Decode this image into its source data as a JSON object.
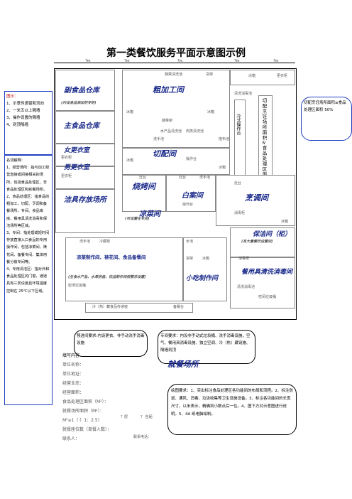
{
  "title": "第一类餐饮服务平面示意图示例",
  "legend": {
    "heading": "图示：",
    "items": [
      {
        "num": "1、",
        "text": "示意传递窗和流向"
      },
      {
        "num": "2、",
        "text": "一米五以上隔墙"
      },
      {
        "num": "3、",
        "text": "操作设置的隔墙"
      },
      {
        "num": "4、",
        "text": "到顶隔墙"
      }
    ]
  },
  "terms": {
    "text": "名词解释：\n1、经营场所：指与加工经营直接或间接相关的场所，包括食品处理区、非食品处理区和就餐场所。\n2、食品处理区：指食品的粗加工、切配、烹调和备餐场所、专间、食品库房、餐用具清洗消毒和保洁场所等区域。\n3、专间：指处理或短时间存放直接入口食品的专用操作间，包括凉菜间、裱花间、备餐专间、集体用餐分装专间等。\n4、专用清洁区：指对外和食品处理区的门窗，通道具有三防设施且环境温度控制在 25℃以下区域。"
  },
  "right_note": "切配烹饪场所面积≥食品处理区面积 50%",
  "rooms": {
    "fushi": "副食品仓库",
    "fushi_sub": "(内设食品添加剂专柜)",
    "zhushi": "主食品仓库",
    "nv": "女更衣室",
    "nan": "男更衣室",
    "cleaning": "洁具存放场所",
    "cujiagong": "粗加工间",
    "qiepei": "切配间",
    "shaokao": "烧烤间",
    "liangcai": "凉菜间",
    "liangcai_note": "(可设置在专间)",
    "baifang": "白案间",
    "pengtiao": "烹调间",
    "baojie": "保洁间（柜）",
    "baojie_note": "(有大量餐饮设置间)",
    "canju": "餐用具清洗消毒间",
    "shengxian": "凉菜制作间、裱花间、食品备餐间",
    "shengxian_note": "(生食水产品、水果拼盘、饮品制作间按要求设置)",
    "xiaochi": "小吃制作间",
    "jiucan": "就餐场所",
    "qiepei_vertical": "切配烹饪场所面积≥食品处理区面积50%",
    "caozuotai": "冷式操作台"
  },
  "fixtures": {
    "fridge": "冰箱",
    "cabinet": "更衣柜",
    "shelf": "货架",
    "sink_veg": "蔬菜清洗池",
    "sink_meat": "肉类清洗池",
    "sink_aquatic": "水产品清洗池",
    "sink_hand": "洗手池",
    "sink_mop": "拖布池",
    "table": "操作台",
    "stove": "灶台",
    "chiller": "冷藏柜",
    "disinfect": "消毒柜",
    "trash": "密闭垃圾桶",
    "pass_window": "冷（热）藏食品传递窗",
    "counter": "备餐台",
    "sink": "水池",
    "clean_sink": "清洗消毒池",
    "veg_rack": "蔬菜架"
  },
  "dims": {
    "m": "?m"
  },
  "notes": {
    "prewash": "预进间要求:内设更衣、非手动洗手消毒设施",
    "special": "专间要求：内设非手动式垃圾桶、洗手消毒设施，空气、餐用具消毒设施、独立空调、冷（热）藏设施、隔墙到顶",
    "drawing": "绘图要求：1、突出标注食品处理区各功能间的布局和流程。2、标注防鼠、通风、消毒、垃圾收集等卫生设施设备。3、标注各功能间的长宽尺寸，以米表示，精确到小数点后一位。4、图下方对示意图进行说明。5、4A 纸电脑绘制。"
  },
  "form": {
    "heading": "填写内容",
    "fields": [
      "单位名称：",
      "单位地址：",
      "经营业态：",
      "经营面积：",
      "食品处理区面积（M²）：",
      "就餐场所面积（M²）：",
      "M²≥1（·）1：2.5）",
      "就餐座位数（单餐人数）：",
      "联系人：",
      "联系电话："
    ],
    "floor": "？层",
    "total": "？ 包厢"
  }
}
